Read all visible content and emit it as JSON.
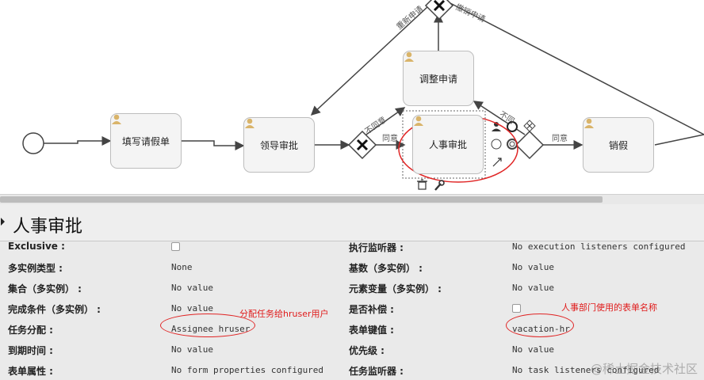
{
  "diagram": {
    "tasks": {
      "fill_leave": "填写请假单",
      "leader_approve": "领导审批",
      "adjust": "调整申请",
      "hr_approve": "人事审批",
      "cancel_leave": "销假"
    },
    "flows": {
      "disagree1": "不同意",
      "agree1": "同意",
      "reapply": "重新申请",
      "cancel_apply": "撤销申请",
      "disagree2": "不同",
      "agree2": "同意"
    }
  },
  "panel": {
    "title": "人事审批",
    "rows": [
      {
        "left_label": "Exclusive :",
        "left_value": "",
        "left_checkbox": true,
        "right_label": "执行监听器 :",
        "right_value": "No execution listeners configured"
      },
      {
        "left_label": "多实例类型 :",
        "left_value": "None",
        "right_label": "基数（多实例） :",
        "right_value": "No value"
      },
      {
        "left_label": "集合（多实例） :",
        "left_value": "No value",
        "right_label": "元素变量（多实例） :",
        "right_value": "No value"
      },
      {
        "left_label": "完成条件（多实例） :",
        "left_value": "No value",
        "right_label": "是否补偿 :",
        "right_value": "",
        "right_checkbox": true
      },
      {
        "left_label": "任务分配 :",
        "left_value": "Assignee hruser",
        "right_label": "表单键值 :",
        "right_value": "vacation-hr"
      },
      {
        "left_label": "到期时间 :",
        "left_value": "No value",
        "right_label": "优先级 :",
        "right_value": "No value"
      },
      {
        "left_label": "表单属性 :",
        "left_value": "No form properties configured",
        "right_label": "任务监听器 :",
        "right_value": "No task listeners configured"
      }
    ],
    "annotations": {
      "assignee_note": "分配任务给hruser用户",
      "form_note": "人事部门使用的表单名称"
    }
  },
  "watermark": "@稀土掘金技术社区",
  "colors": {
    "annotation": "#e01b1b",
    "panel_bg": "#eaeaea",
    "task_fill": "#f4f4f4",
    "user_icon": "#d9b46a"
  }
}
